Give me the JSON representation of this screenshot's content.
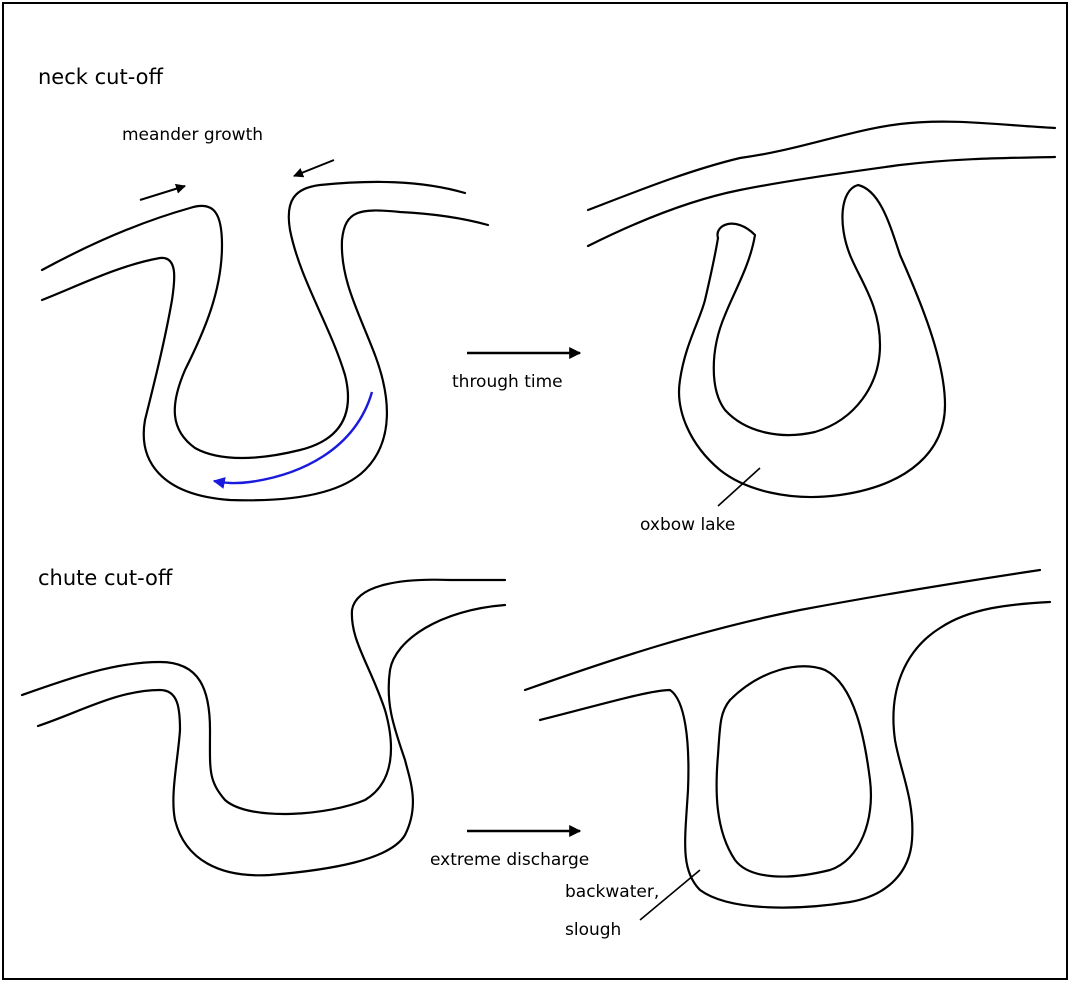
{
  "colors": {
    "section_title": "#e8262a",
    "flow_arrow": "#1a1adc",
    "line": "#000000"
  },
  "neck": {
    "title": "neck cut-off",
    "growth_label": "meander growth",
    "process_label": "through time",
    "result_label": "oxbow lake"
  },
  "chute": {
    "title": "chute cut-off",
    "process_label": "extreme discharge",
    "result_label_1": "backwater,",
    "result_label_2": "slough"
  }
}
